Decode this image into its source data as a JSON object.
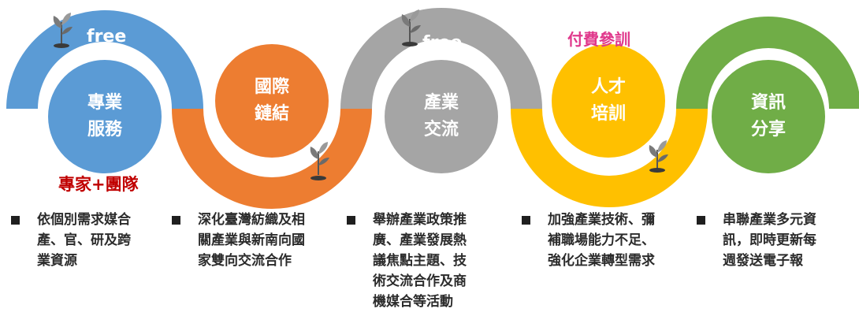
{
  "colors": {
    "blue": "#5B9BD5",
    "orange": "#ED7D31",
    "gray": "#A5A5A5",
    "gold": "#FFC000",
    "green": "#70AD47",
    "red_text": "#C00000",
    "pink_text": "#E0388C"
  },
  "stages": [
    {
      "label": "專業\n服務",
      "color": "#5B9BD5"
    },
    {
      "label": "國際\n鏈結",
      "color": "#ED7D31"
    },
    {
      "label": "產業\n交流",
      "color": "#A5A5A5"
    },
    {
      "label": "人才\n培訓",
      "color": "#FFC000"
    },
    {
      "label": "資訊\n分享",
      "color": "#70AD47"
    }
  ],
  "notes": {
    "free_1": "free",
    "free_2": "free",
    "paid": "付費參訓",
    "experts": "專家+團隊"
  },
  "descriptions": [
    "依個別需求媒合\n產、官、研及跨\n業資源",
    "深化臺灣紡織及相\n關產業與新南向國\n家雙向交流合作",
    "舉辦產業政策推\n廣、產業發展熱\n議焦點主題、技\n術交流合作及商\n機媒合等活動",
    "加強產業技術、彌\n補職場能力不足、\n強化企業轉型需求",
    "串聯產業多元資\n訊，即時更新每\n週發送電子報"
  ],
  "icons": [
    "sprout-icon",
    "sprout-icon",
    "sprout-icon",
    "sprout-icon"
  ]
}
